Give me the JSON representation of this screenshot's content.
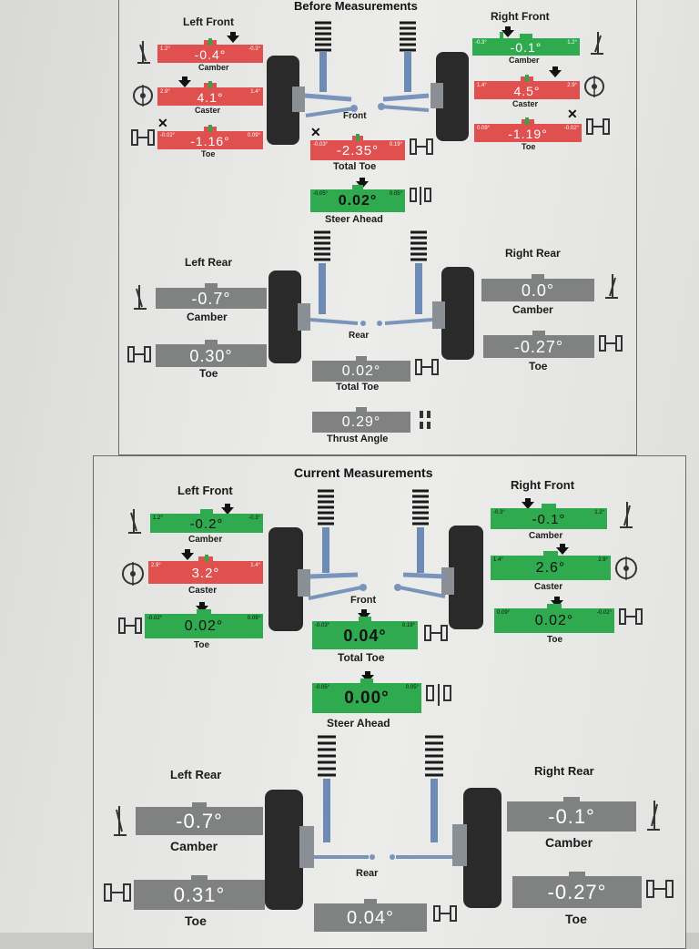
{
  "before": {
    "title": "Before Measurements",
    "left_front": {
      "label": "Left Front",
      "camber": {
        "value": "-0.4°",
        "min": "1.2°",
        "max": "-0.3°",
        "label": "Camber"
      },
      "caster": {
        "value": "4.1°",
        "min": "2.9°",
        "max": "1.4°",
        "label": "Caster"
      },
      "toe": {
        "value": "-1.16°",
        "min": "-0.02°",
        "max": "0.09°",
        "label": "Toe"
      }
    },
    "right_front": {
      "label": "Right Front",
      "camber": {
        "value": "-0.1°",
        "min": "-0.3°",
        "max": "1.2°",
        "label": "Camber"
      },
      "caster": {
        "value": "4.5°",
        "min": "1.4°",
        "max": "2.9°",
        "label": "Caster"
      },
      "toe": {
        "value": "-1.19°",
        "min": "0.09°",
        "max": "-0.02°",
        "label": "Toe"
      }
    },
    "front_label": "Front",
    "total_toe": {
      "value": "-2.35°",
      "min": "-0.03°",
      "max": "0.19°",
      "label": "Total Toe"
    },
    "steer_ahead": {
      "value": "0.02°",
      "min": "-0.05°",
      "max": "0.05°",
      "label": "Steer Ahead"
    },
    "left_rear": {
      "label": "Left Rear",
      "camber": {
        "value": "-0.7°",
        "label": "Camber"
      },
      "toe": {
        "value": "0.30°",
        "label": "Toe"
      }
    },
    "right_rear": {
      "label": "Right Rear",
      "camber": {
        "value": "0.0°",
        "label": "Camber"
      },
      "toe": {
        "value": "-0.27°",
        "label": "Toe"
      }
    },
    "rear_label": "Rear",
    "rear_total_toe": {
      "value": "0.02°",
      "label": "Total Toe"
    },
    "thrust_angle": {
      "value": "0.29°",
      "label": "Thrust Angle"
    }
  },
  "current": {
    "title": "Current Measurements",
    "left_front": {
      "label": "Left Front",
      "camber": {
        "value": "-0.2°",
        "min": "1.2°",
        "max": "-0.3°",
        "label": "Camber"
      },
      "caster": {
        "value": "3.2°",
        "min": "2.9°",
        "max": "1.4°",
        "label": "Caster"
      },
      "toe": {
        "value": "0.02°",
        "min": "-0.02°",
        "max": "0.09°",
        "label": "Toe"
      }
    },
    "right_front": {
      "label": "Right Front",
      "camber": {
        "value": "-0.1°",
        "min": "-0.3°",
        "max": "1.2°",
        "label": "Camber"
      },
      "caster": {
        "value": "2.6°",
        "min": "1.4°",
        "max": "2.9°",
        "label": "Caster"
      },
      "toe": {
        "value": "0.02°",
        "min": "0.09°",
        "max": "-0.02°",
        "label": "Toe"
      }
    },
    "front_label": "Front",
    "total_toe": {
      "value": "0.04°",
      "min": "-0.03°",
      "max": "0.19°",
      "label": "Total Toe"
    },
    "steer_ahead": {
      "value": "0.00°",
      "min": "-0.05°",
      "max": "0.05°",
      "label": "Steer Ahead"
    },
    "left_rear": {
      "label": "Left Rear",
      "camber": {
        "value": "-0.7°",
        "label": "Camber"
      },
      "toe": {
        "value": "0.31°",
        "label": "Toe"
      }
    },
    "right_rear": {
      "label": "Right Rear",
      "camber": {
        "value": "-0.1°",
        "label": "Camber"
      },
      "toe": {
        "value": "-0.27°",
        "label": "Toe"
      }
    },
    "rear_label": "Rear",
    "rear_total_toe": {
      "value": "0.04°"
    }
  },
  "colors": {
    "out_of_spec": "#e0504f",
    "in_spec": "#2faa4e",
    "no_spec": "#808282"
  }
}
